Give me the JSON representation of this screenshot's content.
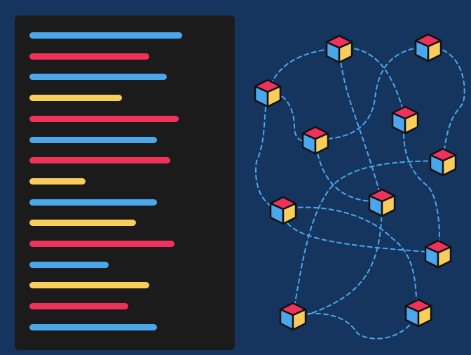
{
  "palette": {
    "background": "#15355f",
    "panel": "#1b1b1c",
    "blue": "#4ba7ec",
    "red": "#f0325a",
    "yellow": "#f8cd5c",
    "link": "#4ba7ec"
  },
  "code_panel": {
    "lines": [
      {
        "color": "blue",
        "length": 0.79
      },
      {
        "color": "red",
        "length": 0.62
      },
      {
        "color": "blue",
        "length": 0.71
      },
      {
        "color": "yellow",
        "length": 0.48
      },
      {
        "color": "red",
        "length": 0.77
      },
      {
        "color": "blue",
        "length": 0.66
      },
      {
        "color": "red",
        "length": 0.73
      },
      {
        "color": "yellow",
        "length": 0.29
      },
      {
        "color": "blue",
        "length": 0.66
      },
      {
        "color": "yellow",
        "length": 0.55
      },
      {
        "color": "red",
        "length": 0.75
      },
      {
        "color": "blue",
        "length": 0.41
      },
      {
        "color": "yellow",
        "length": 0.62
      },
      {
        "color": "red",
        "length": 0.51
      },
      {
        "color": "blue",
        "length": 0.66
      }
    ]
  },
  "network": {
    "icon": "cube-icon",
    "node_count": 11,
    "line_style": "dashed"
  }
}
